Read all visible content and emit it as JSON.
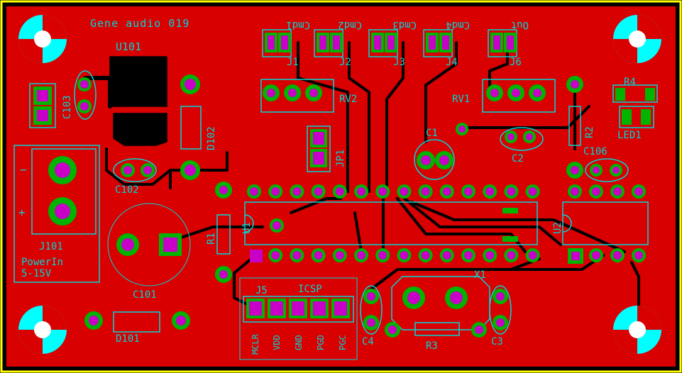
{
  "board": {
    "colors": {
      "copper": "#d80000",
      "outline": "#ffff00",
      "silkscreen": "#00d7d7",
      "pad_ring": "#00b400",
      "drill": "#c800c8",
      "trace": "#000000"
    }
  },
  "labels": {
    "title": "Gene audio 019",
    "u101": "U101",
    "c103": "C103",
    "d102": "D102",
    "c102": "C102",
    "j101": "J101",
    "power_in": "PowerIn",
    "power_range": "5-15V",
    "c101": "C101",
    "d101": "D101",
    "cmd1": "Cmd1",
    "cmd2": "Cmd2",
    "cmd3": "Cmd3",
    "cmd4": "Cmd4",
    "out": "Out",
    "j1": "J1",
    "j2": "J2",
    "j3": "J3",
    "j4": "J4",
    "j6": "J6",
    "rv2": "RV2",
    "rv1": "RV1",
    "jp1": "JP1",
    "c1": "C1",
    "c2": "C2",
    "r4": "R4",
    "r2": "R2",
    "led1": "LED1",
    "c106": "C106",
    "r1": "R1",
    "u1": "U1",
    "u2": "U2",
    "j5": "J5",
    "icsp": "ICSP",
    "pin_mclr": "MCLR",
    "pin_vdd": "VDD",
    "pin_gnd": "GND",
    "pin_pgd": "PGD",
    "pin_pgc": "PGC",
    "x1": "X1",
    "c4": "C4",
    "r3": "R3",
    "c3": "C3",
    "plus": "+",
    "minus": "−"
  }
}
